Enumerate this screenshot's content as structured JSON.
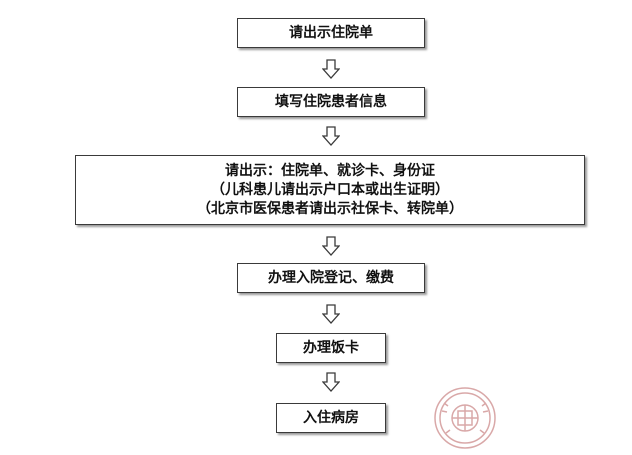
{
  "steps": [
    {
      "lines": [
        "请出示住院单"
      ]
    },
    {
      "lines": [
        "填写住院患者信息"
      ]
    },
    {
      "lines": [
        "请出示：住院单、就诊卡、身份证",
        "（儿科患儿请出示户口本或出生证明）",
        "（北京市医保患者请出示社保卡、转院单）"
      ]
    },
    {
      "lines": [
        "办理入院登记、缴费"
      ]
    },
    {
      "lines": [
        "办理饭卡"
      ]
    },
    {
      "lines": [
        "入住病房"
      ]
    }
  ],
  "colors": {
    "border": "#3a3a3a",
    "shadow": "#9a9a9a",
    "stamp": "#d9a8a8"
  },
  "icons": {
    "arrow": "hollow-down-arrow-icon",
    "stamp": "hospital-seal-icon"
  }
}
